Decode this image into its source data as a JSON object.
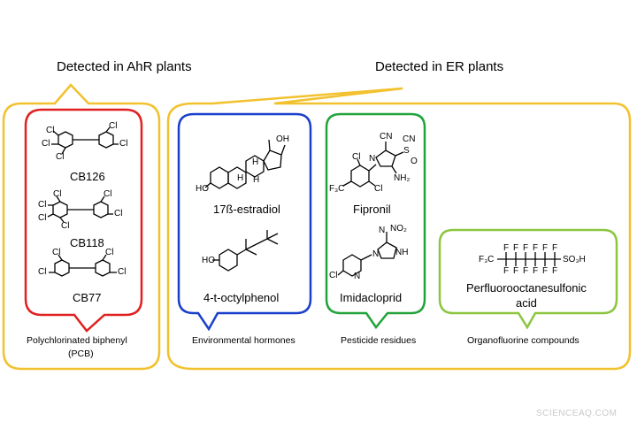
{
  "headers": {
    "ahr": "Detected in AhR plants",
    "er": "Detected in ER plants"
  },
  "compounds": {
    "cb126": "CB126",
    "cb118": "CB118",
    "cb77": "CB77",
    "estradiol": "17ß-estradiol",
    "octylphenol": "4-t-octylphenol",
    "fipronil": "Fipronil",
    "imidacloprid": "Imidacloprid",
    "pfos_line1": "Perfluorooctanesulfonic",
    "pfos_line2": "acid"
  },
  "categories": {
    "pcb_line1": "Polychlorinated biphenyl",
    "pcb_line2": "(PCB)",
    "hormones": "Environmental hormones",
    "pesticides": "Pesticide residues",
    "organofluorine": "Organofluorine compounds"
  },
  "atoms": {
    "cl": "Cl",
    "oh": "OH",
    "ho": "HO",
    "h": "H",
    "cn": "CN",
    "s": "S",
    "o": "O",
    "f3c": "F₃C",
    "nh2": "NH₂",
    "no2": "NO₂",
    "n": "N",
    "nh": "NH",
    "f": "F",
    "so3h": "SO₃H"
  },
  "colors": {
    "ahr_frame": "#f2c12e",
    "pcb_box": "#e02020",
    "hormone_box": "#1a3fcc",
    "pesticide_box": "#22a33a",
    "organofluorine_box": "#8cc63f"
  },
  "watermark": "SCIENCEAQ.COM"
}
